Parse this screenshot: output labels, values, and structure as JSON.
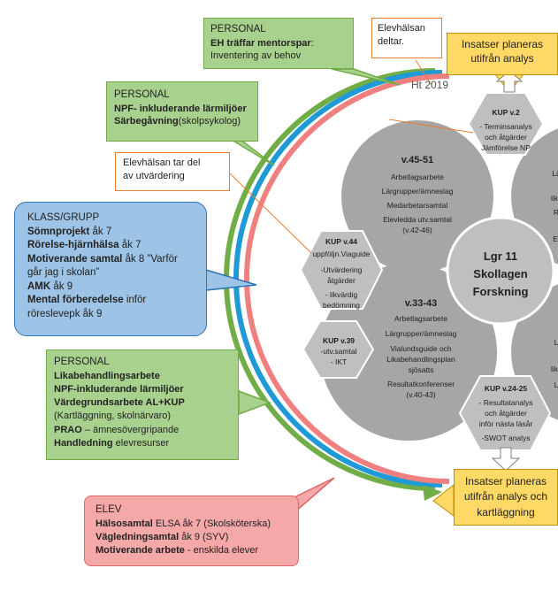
{
  "colors": {
    "green_fill": "#a9d18e",
    "green_stroke": "#70ad47",
    "blue_fill": "#9dc3e6",
    "blue_stroke": "#2e75b6",
    "red_fill": "#f4a8a8",
    "red_stroke": "#e06666",
    "yellow_fill": "#ffd966",
    "orange_stroke": "#ed7d31",
    "arc_green": "#70ad47",
    "arc_blue": "#1f9ad6",
    "arc_red": "#f08080",
    "hex_fill": "#bfbfbf",
    "circle_fill": "#a6a6a6"
  },
  "personal_top": {
    "title": "PERSONAL",
    "line1_bold": "EH träffar mentorspar",
    "line1_rest": ":",
    "line2": "Inventering av behov"
  },
  "elevhalsan_deltar": {
    "line1": "Elevhälsan",
    "line2": "deltar."
  },
  "insatser_top": {
    "line1": "Insatser planeras",
    "line2": "utifrån analys"
  },
  "ht2019": "Ht 2019",
  "personal_npf": {
    "title": "PERSONAL",
    "line1_bold": "NPF- inkluderande lärmiljöer",
    "line2_bold": "Särbegåvning",
    "line2_rest": "(skolpsykolog)"
  },
  "elevhalsan_utv": {
    "line1": "Elevhälsan tar del",
    "line2": "av utvärdering"
  },
  "klass": {
    "title": "KLASS/GRUPP",
    "items": [
      {
        "bold": "Sömnprojekt",
        "rest": " åk 7"
      },
      {
        "bold": "Rörelse-hjärnhälsa",
        "rest": " åk 7"
      },
      {
        "bold": "Motiverande samtal",
        "rest": " åk 8 ”Varför"
      },
      {
        "bold": "",
        "rest": "går jag i skolan”"
      },
      {
        "bold": "AMK",
        "rest": " åk 9"
      },
      {
        "bold": "Mental förberedelse",
        "rest": " inför"
      },
      {
        "bold": "",
        "rest": "röreslevерk åk 9"
      }
    ]
  },
  "personal_bottom": {
    "title": "PERSONAL",
    "l1": "Likabehandlingsarbete",
    "l2": "NPF-inkluderande lärmiljöer",
    "l3": "Värdegrundsarbete AL+KUP",
    "l4": "(Kartläggning, skolnärvaro)",
    "l5_bold": "PRAO",
    "l5_rest": " – ämnesövergripande",
    "l6_bold": "Handledning",
    "l6_rest": " elevresurser"
  },
  "insatser_bottom": {
    "line1": "Insatser planeras",
    "line2": "utifrån analys och",
    "line3": "kartläggning"
  },
  "elev": {
    "title": "ELEV",
    "l1_bold": "Hälsosamtal",
    "l1_rest": " ELSA åk 7 (Skolsköterska)",
    "l2_bold": "Vägledningsamtal",
    "l2_rest": " åk 9 (SYV)",
    "l3_bold": "Motiverande arbete",
    "l3_rest": " - enskilda elever"
  },
  "center": {
    "l1": "Lgr 11",
    "l2": "Skollagen",
    "l3": "Forskning"
  },
  "circle_top": {
    "title": "v.45-51",
    "lines": [
      "Arbetlagsarbete",
      "Lärgrupper/ämneslag",
      "Medarbetarsamtal",
      "Elevledda utv.samtal",
      "(v.42-46)"
    ]
  },
  "circle_bottom": {
    "title": "v.33-43",
    "lines": [
      "Arbetlagsarbete",
      "Lärgrupper/ämneslag",
      "Vialundsguide och",
      "Likabehandlingsplan",
      "sjösatts",
      "Resultatkonferenser",
      "(v.40-43)"
    ]
  },
  "circle_right_top": {
    "lines": [
      "Lä",
      "lik",
      "R",
      "El"
    ]
  },
  "circle_right_bottom": {
    "lines": [
      "L",
      "lik",
      "L"
    ]
  },
  "kup_v2": {
    "title": "KUP v.2",
    "lines": [
      "- Terminsanalys",
      "och åtgärder",
      "Jämförelse NP"
    ]
  },
  "kup_v44": {
    "title": "KUP v.44",
    "lines": [
      "uppföljn.Viaguide",
      "-Utvärdering",
      "åtgärder",
      "- likvärdig",
      "bedömning"
    ]
  },
  "kup_v39": {
    "title": "KUP v.39",
    "lines": [
      "-utv.samtal",
      "- IKT"
    ]
  },
  "kup_v24": {
    "title": "KUP v.24-25",
    "lines": [
      "- Resultatanalys",
      "och åtgärder",
      "inför nästa läsår",
      "-SWOT analys"
    ]
  }
}
